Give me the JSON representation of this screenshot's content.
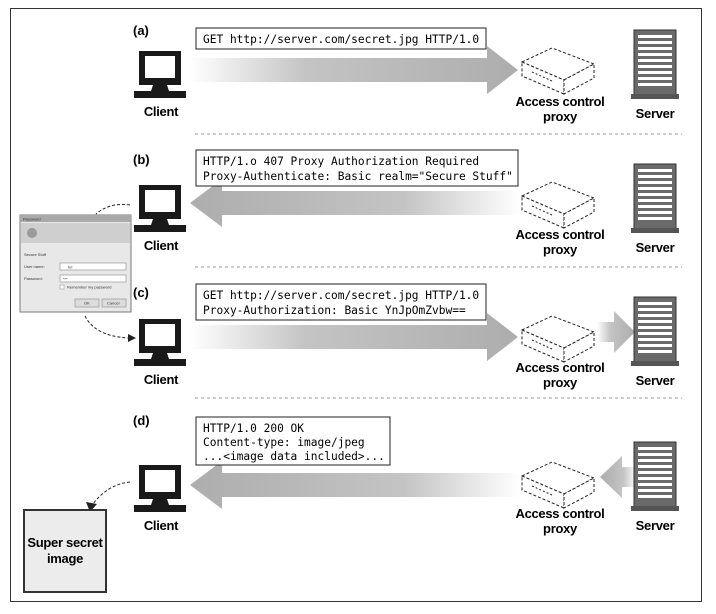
{
  "labels": {
    "client": "Client",
    "server": "Server",
    "proxy_line1": "Access control",
    "proxy_line2": "proxy",
    "secret_line1": "Super secret",
    "secret_line2": "image"
  },
  "steps": [
    {
      "tag": "(a)",
      "lines": [
        "GET http://server.com/secret.jpg HTTP/1.0"
      ]
    },
    {
      "tag": "(b)",
      "lines": [
        "HTTP/1.o 407 Proxy Authorization Required",
        "Proxy-Authenticate: Basic realm=\"Secure Stuff\""
      ]
    },
    {
      "tag": "(c)",
      "lines": [
        "GET http://server.com/secret.jpg HTTP/1.0",
        "Proxy-Authorization: Basic YnJpOmZvbw=="
      ]
    },
    {
      "tag": "(d)",
      "lines": [
        "HTTP/1.0 200 OK",
        "Content-type: image/jpeg",
        "...<image data included>..."
      ]
    }
  ],
  "login_dialog": {
    "title": "Password",
    "prompt": "Secure Stuff",
    "username_label": "User name:",
    "username_value": "bri",
    "password_label": "Password:",
    "password_value": "***",
    "remember_label": "Remember my password",
    "ok": "OK",
    "cancel": "Cancel"
  },
  "colors": {
    "arrow": "#b8b8b8",
    "ink": "#000000",
    "divider": "#999999"
  }
}
